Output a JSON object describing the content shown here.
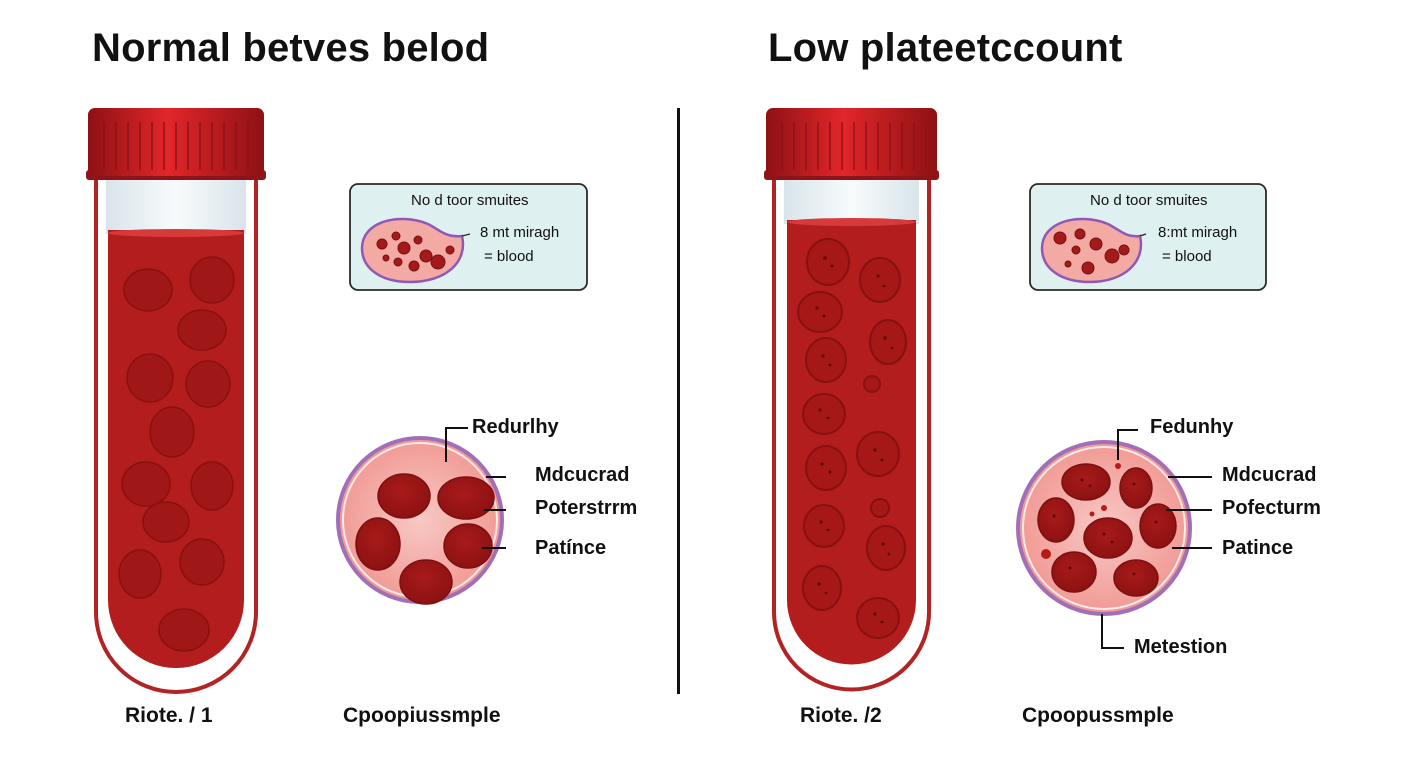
{
  "panels": [
    {
      "title": "Normal betves belod",
      "inset": {
        "title": "No d toor smuites",
        "line1": "8  mt miragh",
        "line2": "=   blood"
      },
      "labels": [
        "Redurlhy",
        "Mdcucrad",
        "Poterstrrm",
        "Patínce"
      ],
      "tube_caption": "Riote. / 1",
      "sample_caption": "Cpoopiussmple"
    },
    {
      "title": "Low plateetccount",
      "inset": {
        "title": "No d toor smuites",
        "line1": "8:mt miragh",
        "line2": "=   blood"
      },
      "labels": [
        "Fedunhy",
        "Mdcucrad",
        "Pofecturm",
        "Patince",
        "Metestion"
      ],
      "tube_caption": "Riote. /2",
      "sample_caption": "Cpoopussmple"
    }
  ],
  "colors": {
    "blood": "#b31d1d",
    "cap": "#c0181c",
    "tube_outline": "#b22323",
    "inset_bg": "#dff0f0",
    "cell_ring": "#a06fb8",
    "cell_bg": "#f3a9a4"
  }
}
